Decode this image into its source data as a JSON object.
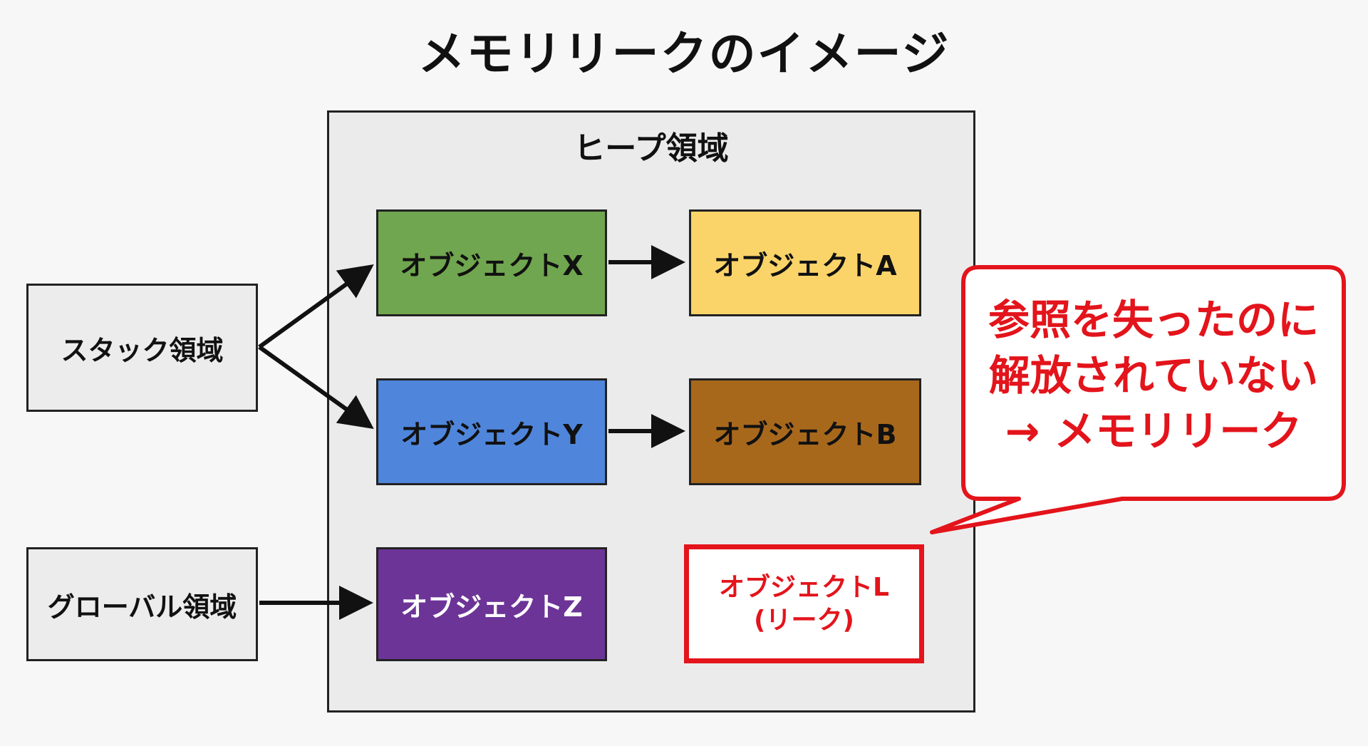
{
  "title": "メモリリークのイメージ",
  "heap": {
    "label": "ヒープ領域"
  },
  "regions": {
    "stack": "スタック領域",
    "global": "グローバル領域"
  },
  "objects": {
    "x": {
      "label": "オブジェクトX",
      "color": "#70a64f"
    },
    "a": {
      "label": "オブジェクトA",
      "color": "#fad469"
    },
    "y": {
      "label": "オブジェクトY",
      "color": "#4f86dc"
    },
    "b": {
      "label": "オブジェクトB",
      "color": "#a8681c"
    },
    "z": {
      "label": "オブジェクトZ",
      "color": "#6c3497"
    },
    "l": {
      "line1": "オブジェクトL",
      "line2": "(リーク)",
      "color": "#e3141b"
    }
  },
  "callout": {
    "line1": "参照を失ったのに",
    "line2": "解放されていない",
    "line3": "→ メモリリーク"
  }
}
